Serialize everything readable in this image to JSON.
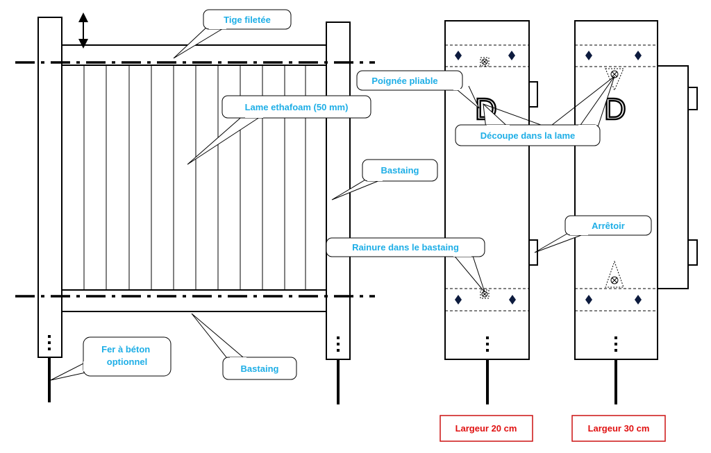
{
  "labels": {
    "threaded_rod": "Tige filetée",
    "ethafoam_slat": "Lame ethafoam (50 mm)",
    "upright_bastaing": "Bastaing",
    "bottom_bastaing": "Bastaing",
    "rebar": "Fer à béton optionnel",
    "folding_handle": "Poignée pliable",
    "slat_cutout": "Découpe dans la lame",
    "groove": "Rainure dans le bastaing",
    "stopper": "Arrêtoir"
  },
  "rebar_lines": [
    "Fer à béton",
    "optionnel"
  ],
  "captions": {
    "width_20": "Largeur 20 cm",
    "width_30": "Largeur 30 cm"
  },
  "colors": {
    "label_text": "#1eaee6",
    "caption_text": "#e01010",
    "caption_border": "#cc1111",
    "line": "#000000"
  },
  "icons": {
    "handle": "D",
    "bolt": "diamond",
    "bolt_hole": "circle-cross"
  }
}
